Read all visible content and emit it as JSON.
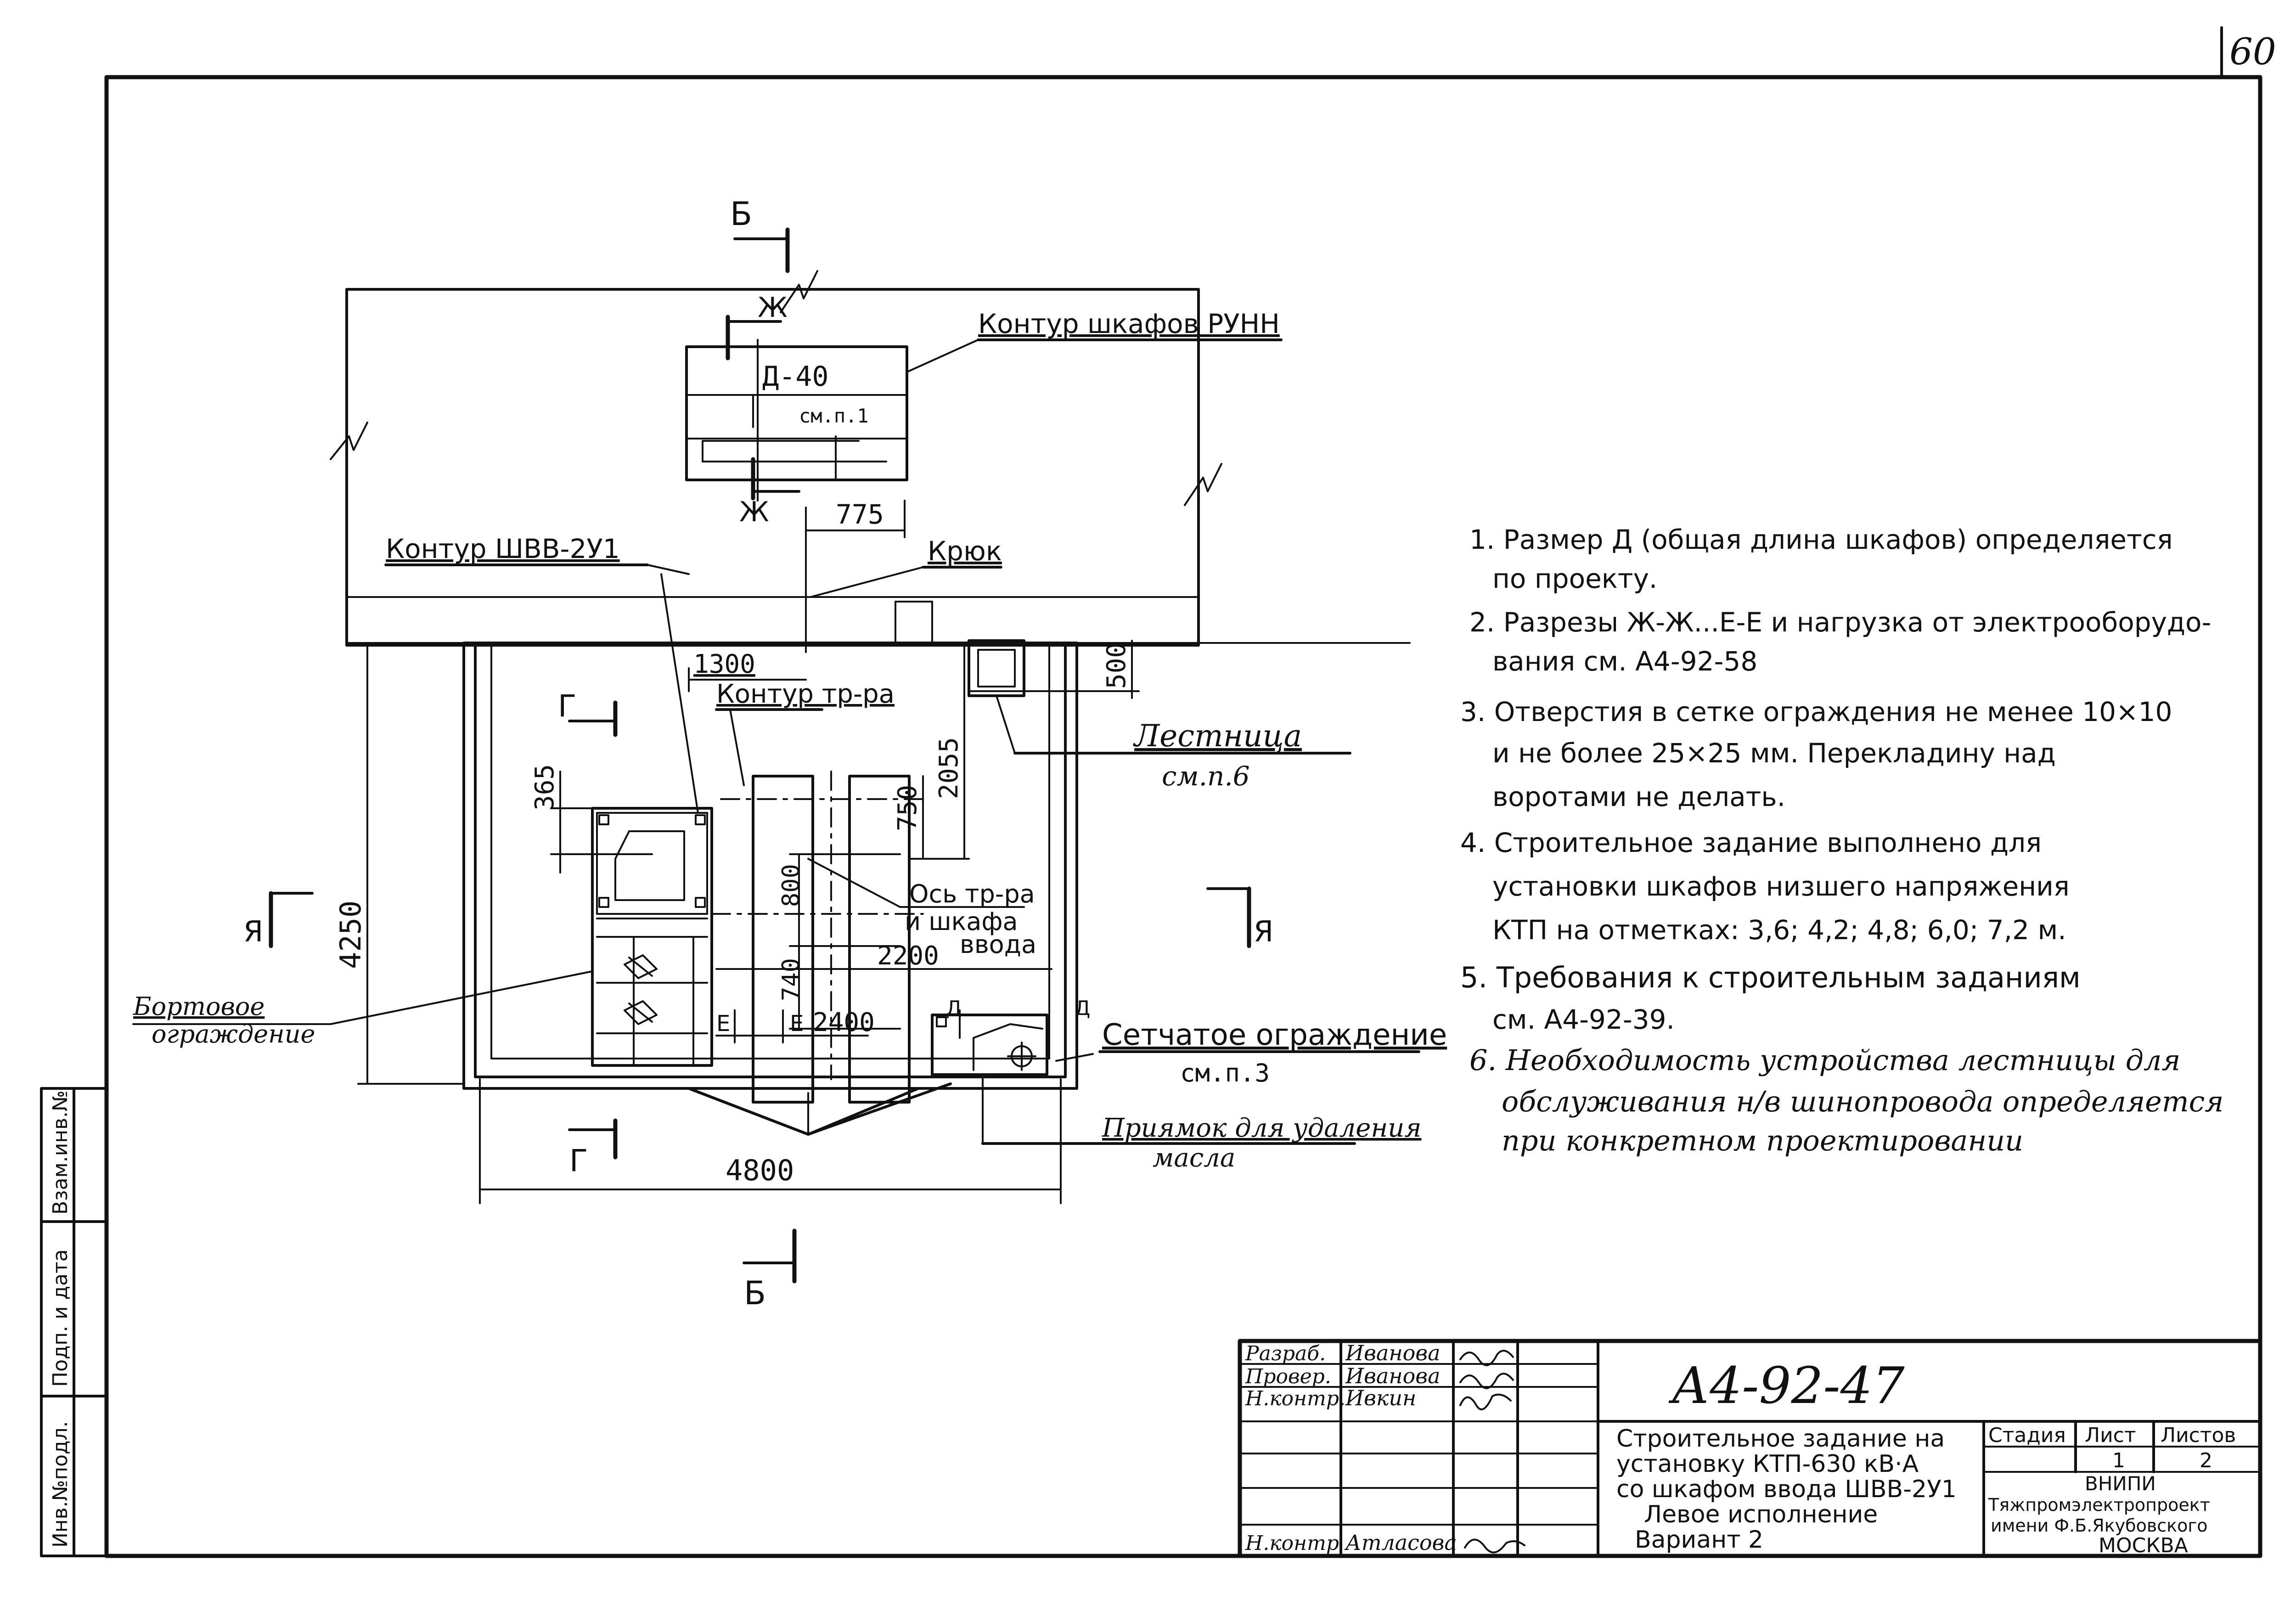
{
  "sheet_corner_number": "60",
  "document_code": "А4-92-47",
  "drawing": {
    "section_b": "Б",
    "section_zh": "Ж",
    "section_g": "Г",
    "section_ya": "Я",
    "section_e": "Е",
    "section_d": "Д",
    "label_d40": "Д-40",
    "label_sm_p1": "см.п.1",
    "label_kontur_runn": "Контур шкафов РУНН",
    "label_kontur_shvv": "Контур ШВВ-2У1",
    "label_kryuk": "Крюк",
    "label_kontur_trra": "Контур тр-ра",
    "label_ladder": "Лестница",
    "label_ladder_ref": "см.п.6",
    "label_axis_trra": "Ось тр-ра",
    "label_axis_cabinet1": "и шкафа",
    "label_axis_cabinet2": "ввода",
    "label_bort1": "Бортовое",
    "label_bort2": "ограждение",
    "label_mesh": "Сетчатое ограждение",
    "label_mesh_ref": "см.п.3",
    "label_pit1": "Приямок для удаления",
    "label_pit2": "масла",
    "dims": {
      "d775": "775",
      "d1300": "1300",
      "d500": "500",
      "d2055": "2055",
      "d365": "365",
      "d750": "750",
      "d800": "800",
      "d740": "740",
      "d2200": "2200",
      "d2400": "2400",
      "d4250": "4250",
      "d4800": "4800"
    }
  },
  "notes": [
    "1. Размер Д (общая длина шкафов) определяется",
    "по проекту.",
    "2. Разрезы Ж-Ж...Е-Е и нагрузка от электрооборудо-",
    "вания см. А4-92-58",
    "3. Отверстия в сетке ограждения не менее 10×10",
    "и не более 25×25 мм. Перекладину над",
    "воротами не делать.",
    "4. Строительное задание выполнено для",
    "установки шкафов низшего напряжения",
    "КТП на отметках: 3,6; 4,2; 4,8; 6,0; 7,2 м.",
    "5. Требования к строительным заданиям",
    "см. А4-92-39.",
    "6. Необходимость устройства лестницы для",
    "обслуживания н/в шинопровода определяется",
    "при конкретном проектировании"
  ],
  "side_stamp": [
    "Инв.№подл.",
    "Подп. и дата",
    "Взам.инв.№"
  ],
  "title_block": {
    "roles": [
      "Разраб.",
      "Провер.",
      "Н.контр.",
      "Н.контр"
    ],
    "names": [
      "Иванова",
      "Иванова",
      "Ивкин",
      "Атласова"
    ],
    "title_lines": [
      "Строительное задание на",
      "установку КТП-630 кВ·А",
      "со шкафом ввода ШВВ-2У1",
      "Левое исполнение",
      "Вариант 2"
    ],
    "col_stage": "Стадия",
    "col_sheet": "Лист",
    "col_sheets": "Листов",
    "sheet": "1",
    "sheets": "2",
    "org_lines": [
      "ВНИПИ",
      "Тяжпромэлектропроект",
      "имени Ф.Б.Якубовского",
      "МОСКВА"
    ]
  }
}
